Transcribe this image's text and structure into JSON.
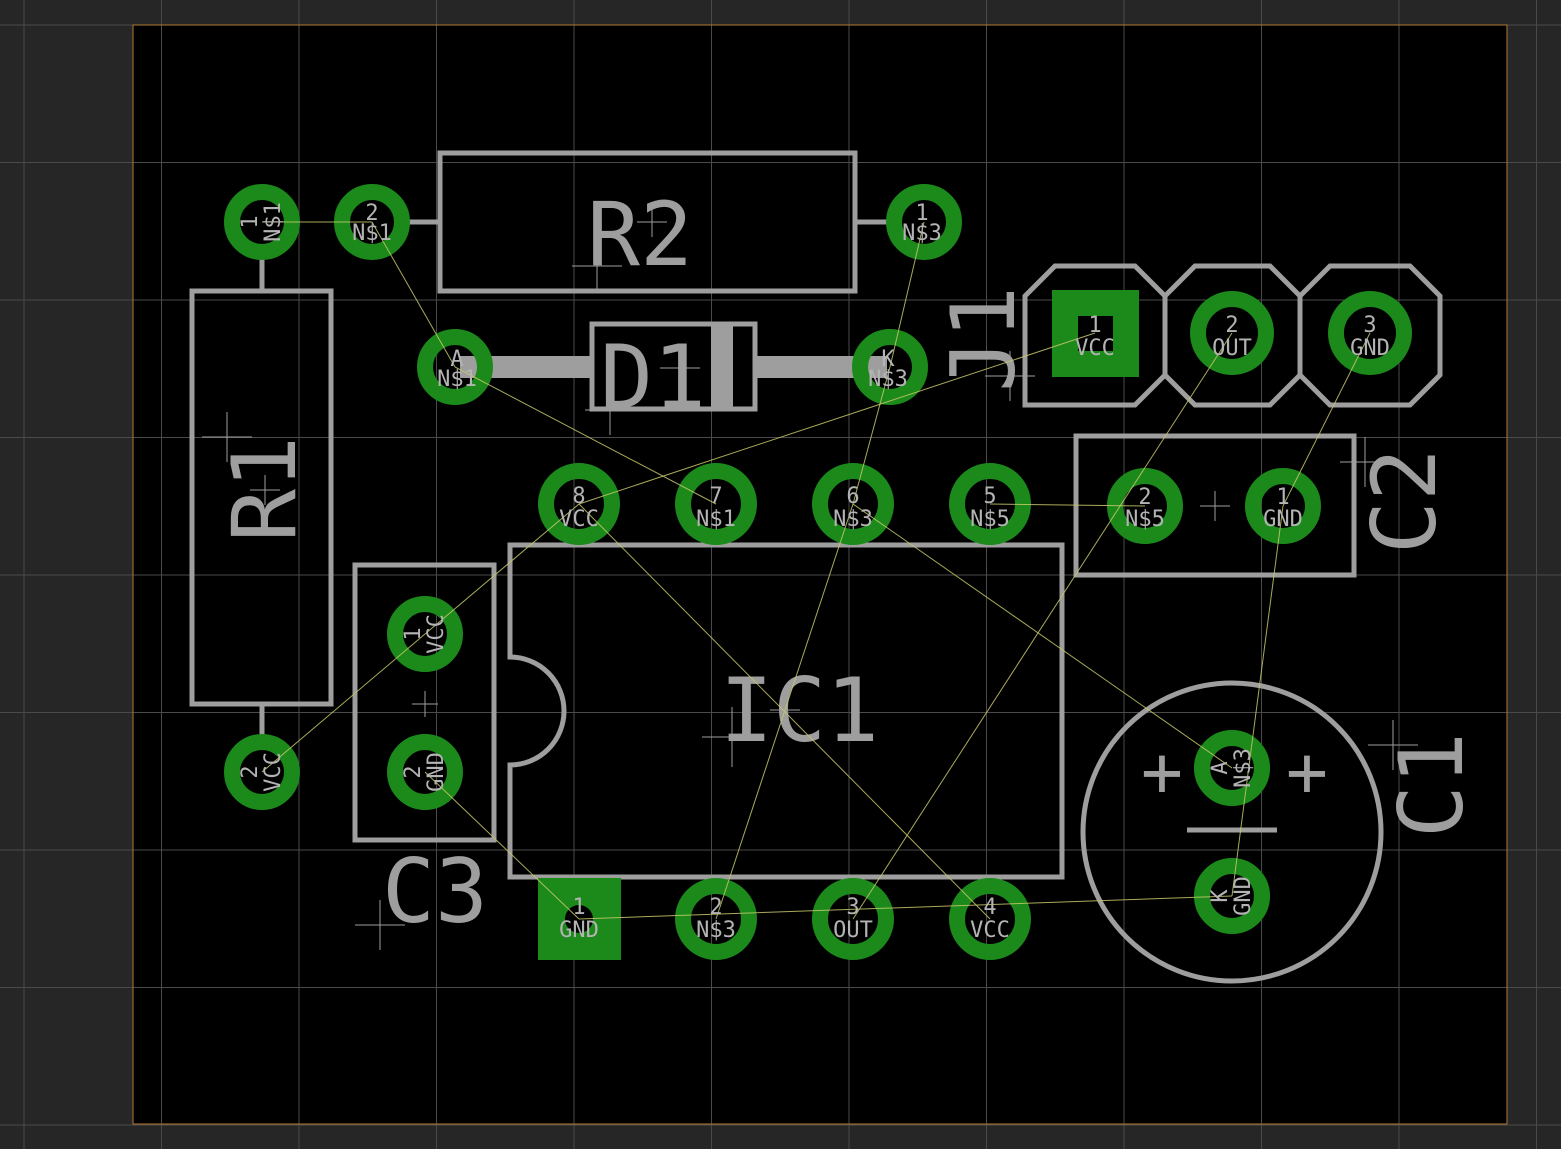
{
  "colors": {
    "background": "#262626",
    "board": "#000000",
    "board_outline": "#b07a30",
    "grid": "#4a4a4a",
    "copper": "#1b8a1b",
    "silkscreen": "#9e9e9e",
    "airwire": "#c8c86a"
  },
  "components": {
    "r1": "R1",
    "r2": "R2",
    "d1": "D1",
    "ic1": "IC1",
    "j1": "J1",
    "c1": "C1",
    "c2": "C2",
    "c3": "C3"
  },
  "pads": {
    "r1_1": {
      "num": "1",
      "net": "N$1"
    },
    "r1_2": {
      "num": "2",
      "net": "VCC"
    },
    "r2_1": {
      "num": "1",
      "net": "N$3"
    },
    "r2_2": {
      "num": "2",
      "net": "N$1"
    },
    "d1_a": {
      "num": "A",
      "net": "N$1"
    },
    "d1_k": {
      "num": "K",
      "net": "N$3"
    },
    "j1_1": {
      "num": "1",
      "net": "VCC"
    },
    "j1_2": {
      "num": "2",
      "net": "OUT"
    },
    "j1_3": {
      "num": "3",
      "net": "GND"
    },
    "ic_1": {
      "num": "1",
      "net": "GND"
    },
    "ic_2": {
      "num": "2",
      "net": "N$3"
    },
    "ic_3": {
      "num": "3",
      "net": "OUT"
    },
    "ic_4": {
      "num": "4",
      "net": "VCC"
    },
    "ic_5": {
      "num": "5",
      "net": "N$5"
    },
    "ic_6": {
      "num": "6",
      "net": "N$3"
    },
    "ic_7": {
      "num": "7",
      "net": "N$1"
    },
    "ic_8": {
      "num": "8",
      "net": "VCC"
    },
    "c2_1": {
      "num": "1",
      "net": "GND"
    },
    "c2_2": {
      "num": "2",
      "net": "N$5"
    },
    "c1_a": {
      "num": "A",
      "net": "N$3"
    },
    "c1_k": {
      "num": "K",
      "net": "GND"
    },
    "c3_1": {
      "num": "1",
      "net": "VCC"
    },
    "c3_2": {
      "num": "2",
      "net": "GND"
    }
  },
  "polarity": {
    "plus": "+"
  }
}
